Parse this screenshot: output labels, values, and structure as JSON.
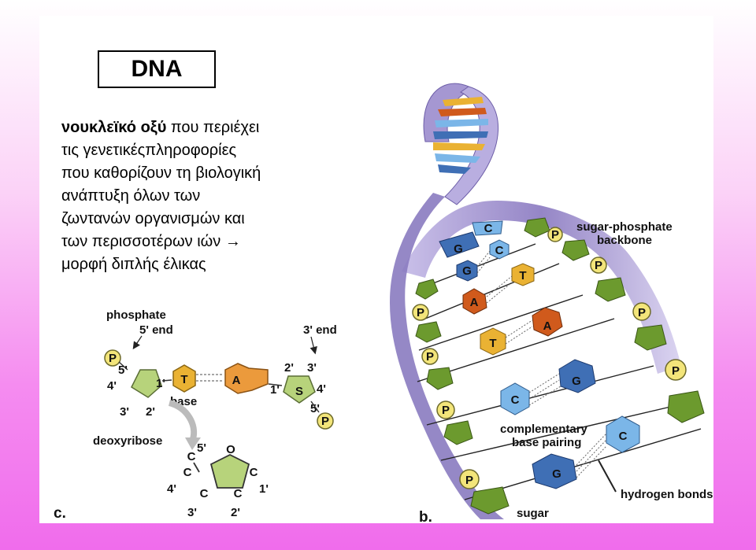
{
  "title": "DNA",
  "definition": {
    "bold": "νουκλεϊκό οξύ",
    "lines": [
      " που περιέχει",
      "τις γενετικέςπληροφορίες",
      "που καθορίζουν τη βιολογική",
      "ανάπτυξη όλων των",
      "ζωντανών οργανισμών και",
      "των περισσοτέρων ιών",
      "μορφή διπλής έλικας"
    ],
    "arrow": "→"
  },
  "figure_c": {
    "panel": "c.",
    "phosphate": "phosphate",
    "end5": "5' end",
    "end3": "3' end",
    "base": "base",
    "deoxyribose": "deoxyribose",
    "p": "P",
    "s": "S",
    "t": "T",
    "a": "A",
    "c": "C",
    "o": "O",
    "n1": "1'",
    "n2": "2'",
    "n3": "3'",
    "n4": "4'",
    "n5": "5'"
  },
  "figure_b": {
    "panel": "b.",
    "backbone1": "sugar-phosphate",
    "backbone2": "backbone",
    "complementary1": "complementary",
    "complementary2": "base pairing",
    "hbonds": "hydrogen bonds",
    "sugar": "sugar",
    "p": "P",
    "g": "G",
    "c": "C",
    "a": "A",
    "t": "T"
  },
  "colors": {
    "sugar": "#6c9a2e",
    "phosphate": "#f3e57a",
    "adenine": "#d05a1c",
    "thymine": "#eaa31b",
    "guanine": "#3f6fb5",
    "cytosine": "#7bb6e8",
    "strand": "#9d8fcb"
  }
}
